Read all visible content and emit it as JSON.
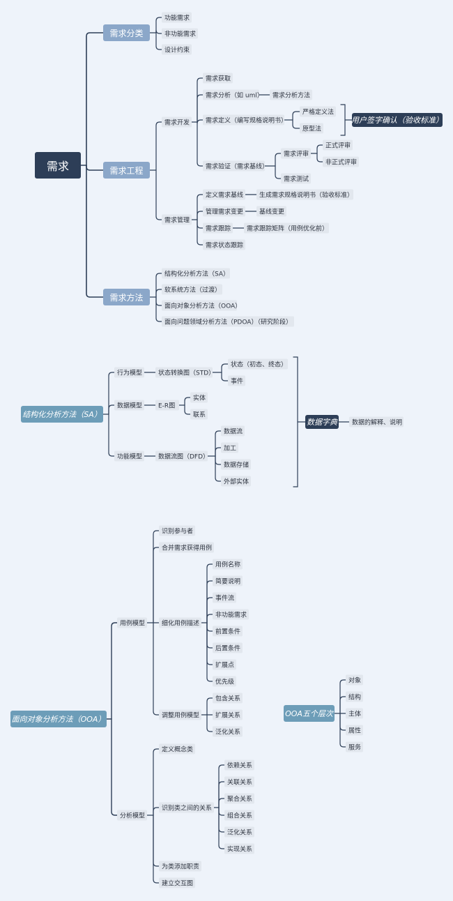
{
  "m1": {
    "root": "需求",
    "fenlei": "需求分类",
    "f1": "功能需求",
    "f2": "非功能需求",
    "f3": "设计约束",
    "gongcheng": "需求工程",
    "kaifa": "需求开发",
    "huoqu": "需求获取",
    "fenxi": "需求分析（如 uml）",
    "fenxi_ff": "需求分析方法",
    "dingyi": "需求定义（编写规格说明书）",
    "yange": "严格定义法",
    "yuanxing": "原型法",
    "qianzi": "用户签字确认（验收标准）",
    "yanzheng": "需求验证（需求基线）",
    "pingshen": "需求评审",
    "zhengshi": "正式评审",
    "feizhengshi": "非正式评审",
    "ceshi": "需求测试",
    "guanli": "需求管理",
    "dingyi_jx": "定义需求基线",
    "shengcheng": "生成需求规格说明书（验收标准）",
    "biangeng": "管理需求变更",
    "jixian_bg": "基线变更",
    "genzong": "需求跟踪",
    "juzhen": "需求跟踪矩阵（用例优化前）",
    "zhuangtai": "需求状态跟踪",
    "fangfa": "需求方法",
    "sa": "结构化分析方法（SA）",
    "ruan": "软系统方法（过渡）",
    "ooa": "面向对象分析方法（OOA）",
    "pdoa": "面向问题领域分析方法（PDOA）（研究阶段）"
  },
  "m2": {
    "root": "结构化分析方法（SA）",
    "xingwei": "行为模型",
    "std": "状态转换图（STD）",
    "zt": "状态（初态、终态）",
    "sj": "事件",
    "shuju": "数据模型",
    "er": "E-R图",
    "st": "实体",
    "lx": "联系",
    "gongneng": "功能模型",
    "dfd": "数据流图（DFD）",
    "sjl": "数据流",
    "jg": "加工",
    "sjcc": "数据存储",
    "wbst": "外部实体",
    "zidian": "数据字典",
    "jieshi": "数据的解释、说明"
  },
  "m3": {
    "root": "面向对象分析方法（OOA）",
    "yongli": "用例模型",
    "shibie": "识别参与者",
    "hebing": "合并需求获得用例",
    "xihua": "细化用例描述",
    "d1": "用例名称",
    "d2": "简要说明",
    "d3": "事件流",
    "d4": "非功能需求",
    "d5": "前置条件",
    "d6": "后置条件",
    "d7": "扩展点",
    "d8": "优先级",
    "tiaozheng": "调整用例模型",
    "t1": "包含关系",
    "t2": "扩展关系",
    "t3": "泛化关系",
    "fenxi": "分析模型",
    "gainian": "定义概念类",
    "guanxi": "识别类之间的关系",
    "r1": "依赖关系",
    "r2": "关联关系",
    "r3": "聚合关系",
    "r4": "组合关系",
    "r5": "泛化关系",
    "r6": "实现关系",
    "zhize": "为类添加职责",
    "jiaohu": "建立交互图"
  },
  "m4": {
    "root": "OOA五个层次",
    "c1": "对象",
    "c2": "结构",
    "c3": "主体",
    "c4": "属性",
    "c5": "服务"
  }
}
